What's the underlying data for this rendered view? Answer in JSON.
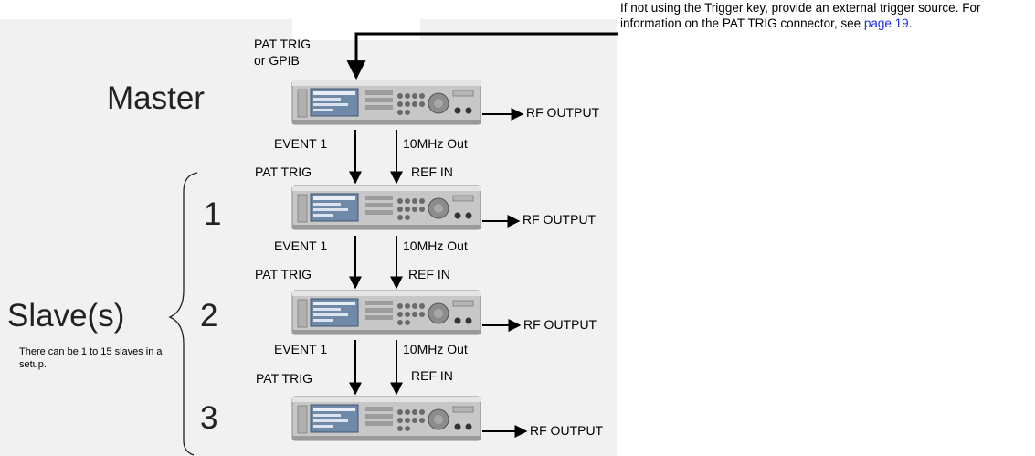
{
  "note": {
    "text": "If not using the Trigger key, provide an external trigger source. For information on the PAT TRIG connector, see ",
    "link": "page 19",
    "end": "."
  },
  "input_label": {
    "line1": "PAT TRIG",
    "line2": "or GPIB"
  },
  "master_label": "Master",
  "slaves_label": "Slave(s)",
  "slaves_note": "There can be 1 to 15 slaves in a setup.",
  "slave_numbers": [
    "1",
    "2",
    "3"
  ],
  "rf_output_label": "RF OUTPUT",
  "links": [
    {
      "out_left": "EVENT 1",
      "out_right": "10MHz Out",
      "in_left": "PAT TRIG",
      "in_right": "REF IN"
    },
    {
      "out_left": "EVENT 1",
      "out_right": "10MHz Out",
      "in_left": "PAT TRIG",
      "in_right": "REF IN"
    },
    {
      "out_left": "EVENT 1",
      "out_right": "10MHz Out",
      "in_left": "PAT TRIG",
      "in_right": "REF IN"
    }
  ],
  "colors": {
    "panel": "#f1f1f1",
    "link": "#1b2ee6",
    "instrument_body": "#c4c4c4",
    "screen": "#6e8aa8"
  },
  "icons": {
    "instrument": "signal-generator-icon",
    "arrow": "arrow-icon",
    "brace": "curly-brace-icon"
  }
}
